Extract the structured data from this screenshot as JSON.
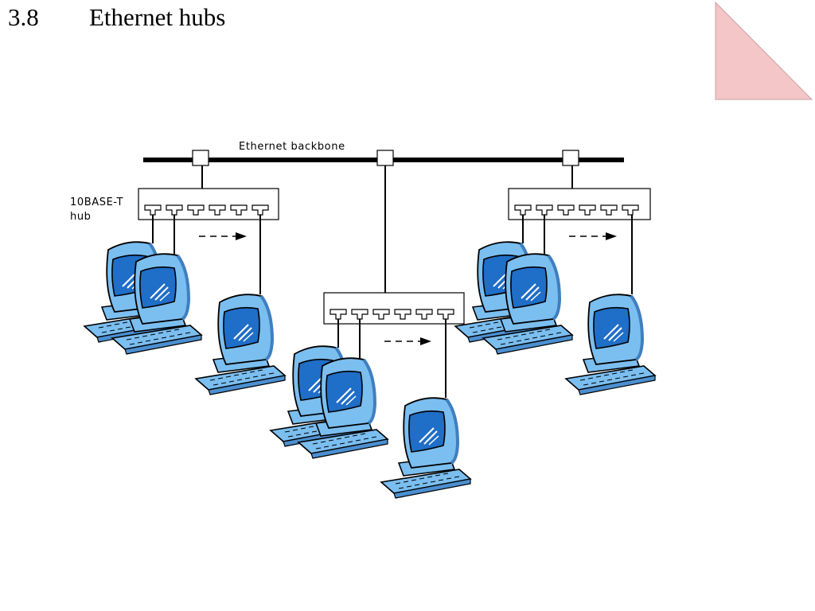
{
  "slide": {
    "section_number": "3.8",
    "title": "Ethernet hubs"
  },
  "diagram": {
    "backbone_label": "Ethernet backbone",
    "hub_label_line1": "10BASE-T",
    "hub_label_line2": "hub",
    "hubs": [
      {
        "id": "left",
        "ports": 6,
        "stations": 3
      },
      {
        "id": "center",
        "ports": 6,
        "stations": 3
      },
      {
        "id": "right",
        "ports": 6,
        "stations": 3
      }
    ],
    "colors": {
      "computer_fill": "#7bbef0",
      "screen_fill": "#1f6ec7",
      "corner_fill": "#f4c6c8",
      "line": "#000000"
    }
  }
}
